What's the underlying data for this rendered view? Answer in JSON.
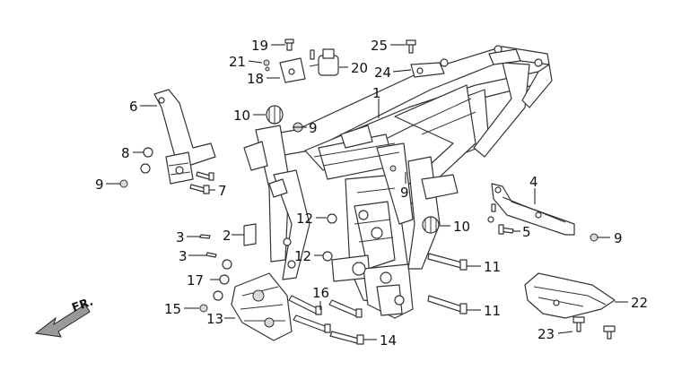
{
  "arrow_label": "FR.",
  "callouts": [
    {
      "id": "c1",
      "text": "1"
    },
    {
      "id": "c2",
      "text": "2"
    },
    {
      "id": "c3a",
      "text": "3"
    },
    {
      "id": "c3b",
      "text": "3"
    },
    {
      "id": "c4",
      "text": "4"
    },
    {
      "id": "c5",
      "text": "5"
    },
    {
      "id": "c6",
      "text": "6"
    },
    {
      "id": "c7",
      "text": "7"
    },
    {
      "id": "c8",
      "text": "8"
    },
    {
      "id": "c9a",
      "text": "9"
    },
    {
      "id": "c9b",
      "text": "9"
    },
    {
      "id": "c9c",
      "text": "9"
    },
    {
      "id": "c9d",
      "text": "9"
    },
    {
      "id": "c10a",
      "text": "10"
    },
    {
      "id": "c10b",
      "text": "10"
    },
    {
      "id": "c11a",
      "text": "11"
    },
    {
      "id": "c11b",
      "text": "11"
    },
    {
      "id": "c12a",
      "text": "12"
    },
    {
      "id": "c12b",
      "text": "12"
    },
    {
      "id": "c13",
      "text": "13"
    },
    {
      "id": "c14",
      "text": "14"
    },
    {
      "id": "c15",
      "text": "15"
    },
    {
      "id": "c16",
      "text": "16"
    },
    {
      "id": "c17",
      "text": "17"
    },
    {
      "id": "c18",
      "text": "18"
    },
    {
      "id": "c19",
      "text": "19"
    },
    {
      "id": "c20",
      "text": "20"
    },
    {
      "id": "c21",
      "text": "21"
    },
    {
      "id": "c22",
      "text": "22"
    },
    {
      "id": "c23",
      "text": "23"
    },
    {
      "id": "c24",
      "text": "24"
    },
    {
      "id": "c25",
      "text": "25"
    }
  ]
}
